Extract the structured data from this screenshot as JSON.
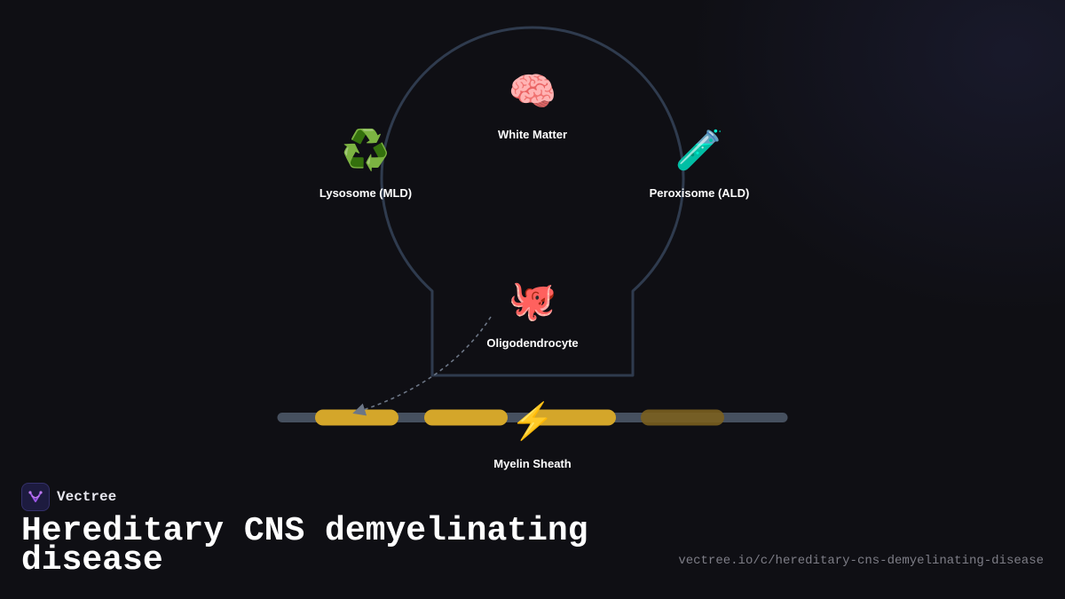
{
  "nodes": {
    "white_matter": {
      "label": "White Matter",
      "icon": "brain-icon",
      "glyph": "🧠"
    },
    "lysosome": {
      "label": "Lysosome (MLD)",
      "icon": "recycling-icon",
      "glyph": "♻️"
    },
    "peroxisome": {
      "label": "Peroxisome (ALD)",
      "icon": "test-tube-icon",
      "glyph": "🧪"
    },
    "oligodendrocyte": {
      "label": "Oligodendrocyte",
      "icon": "octopus-icon",
      "glyph": "🐙"
    },
    "myelin_sheath": {
      "label": "Myelin Sheath",
      "icon": "lightning-icon",
      "glyph": "⚡"
    }
  },
  "brand": {
    "name": "Vectree",
    "icon": "vectree-logo-icon"
  },
  "title": "Hereditary CNS demyelinating disease",
  "url": "vectree.io/c/hereditary-cns-demyelinating-disease",
  "colors": {
    "background": "#0f0f14",
    "outline": "#2f3b4e",
    "axon": "#46505f",
    "myelin": "#d4a62a",
    "myelin_faded": "#7a5f1f",
    "arrow": "#6c7686",
    "logo": "#9a55e6"
  }
}
